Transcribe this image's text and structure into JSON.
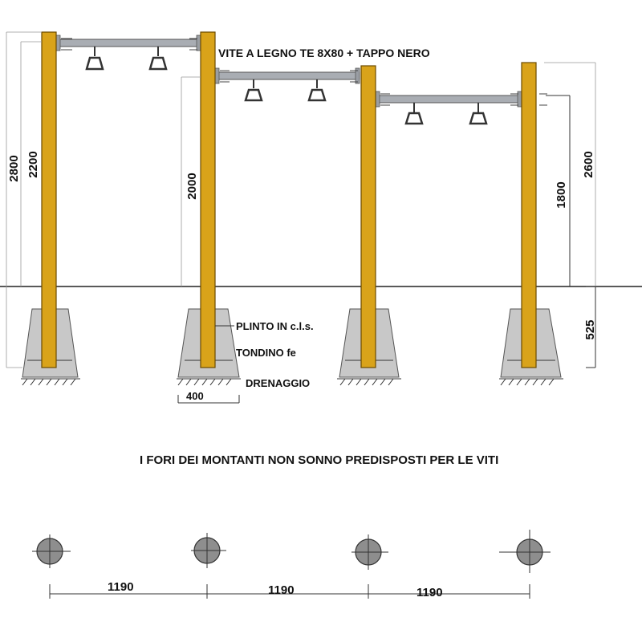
{
  "labels": {
    "screw": "VITE A LEGNO TE 8X80 + TAPPO NERO",
    "plinth": "PLINTO IN c.l.s.",
    "rebar": "TONDINO fe",
    "drainage": "DRENAGGIO",
    "note": "I FORI DEI MONTANTI NON SONNO PREDISPOSTI PER LE VITI"
  },
  "dimensions": {
    "d2800": "2800",
    "d2200": "2200",
    "d2000": "2000",
    "d2600": "2600",
    "d1800": "1800",
    "d525": "525",
    "d400": "400",
    "spacing": [
      "1190",
      "1190",
      "1190"
    ]
  },
  "colors": {
    "post": "#D9A31A",
    "post_edge": "#6b4a00",
    "plinth": "#C8C8C8",
    "bar": "#A9ADB3",
    "hole": "#8E8E8E"
  }
}
